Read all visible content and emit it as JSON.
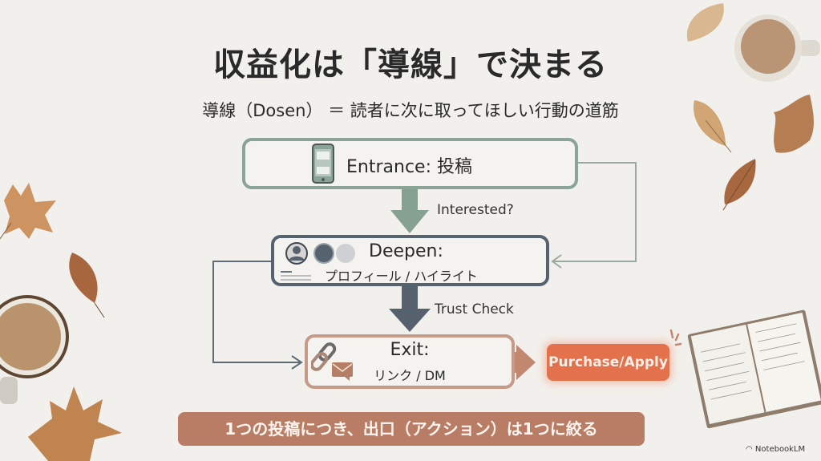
{
  "slide": {
    "title": "収益化は「導線」で決まる",
    "subtitle": "導線（Dosen） ＝ 読者に次に取ってほしい行動の道筋"
  },
  "flow": {
    "entrance": {
      "label": "Entrance: 投稿",
      "icon": "smartphone-icon",
      "color": "#8aa497"
    },
    "edge_1": "Interested?",
    "deepen": {
      "label": "Deepen:",
      "sublabel": "プロフィール / ハイライト",
      "icon": "profile-highlights-icon",
      "color": "#56626d"
    },
    "edge_2": "Trust Check",
    "exit": {
      "label": "Exit:",
      "sublabel": "リンク / DM",
      "icon": "link-and-message-icon",
      "color": "#c59a86"
    },
    "cta": {
      "label": "Purchase/Apply",
      "color": "#e2714c"
    }
  },
  "banner": {
    "text": "1つの投稿につき、出口（アクション）は1つに絞る",
    "color": "#b97c64"
  },
  "brand": {
    "text": "NotebookLM"
  }
}
